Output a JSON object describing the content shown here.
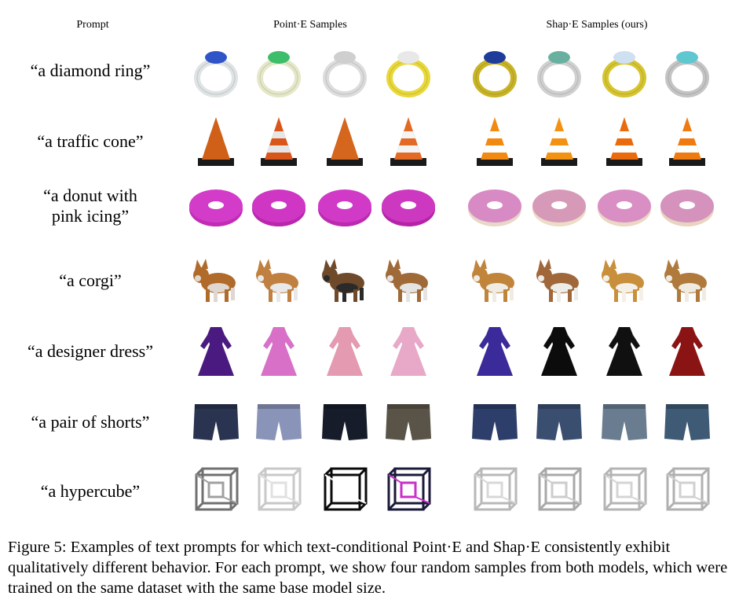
{
  "headers": {
    "prompt": "Prompt",
    "pointe": "Point·E Samples",
    "shape": "Shap·E Samples (ours)"
  },
  "rows": [
    {
      "prompt_lines": [
        "“a diamond ring”"
      ],
      "pointe": [
        {
          "icon": "ring-icon",
          "color": "#dfe3e3",
          "accent": "#2f54c8"
        },
        {
          "icon": "ring-icon",
          "color": "#e4e8c8",
          "accent": "#3ebe6a"
        },
        {
          "icon": "ring-icon",
          "color": "#dcdcdc",
          "accent": "#cfcfcf"
        },
        {
          "icon": "ring-icon",
          "color": "#e8d83a",
          "accent": "#e8e8e8"
        }
      ],
      "shape": [
        {
          "icon": "ring-icon",
          "color": "#c9b427",
          "accent": "#1f3c9a"
        },
        {
          "icon": "ring-icon",
          "color": "#d0d0d0",
          "accent": "#6ab0a0"
        },
        {
          "icon": "ring-icon",
          "color": "#d6c530",
          "accent": "#cfe0f0"
        },
        {
          "icon": "ring-icon",
          "color": "#c4c4c4",
          "accent": "#5fc7cf"
        }
      ]
    },
    {
      "prompt_lines": [
        "“a traffic cone”"
      ],
      "pointe": [
        {
          "icon": "cone-icon",
          "color": "#d06018",
          "accent": "#d06018"
        },
        {
          "icon": "cone-icon",
          "color": "#d8561a",
          "accent": "#e6e6e6"
        },
        {
          "icon": "cone-icon",
          "color": "#d4661e",
          "accent": "#d4661e"
        },
        {
          "icon": "cone-icon",
          "color": "#e36a25",
          "accent": "#f4f4f4"
        }
      ],
      "shape": [
        {
          "icon": "cone-icon",
          "color": "#f28a12",
          "accent": "#ffffff"
        },
        {
          "icon": "cone-icon",
          "color": "#f29112",
          "accent": "#ffffff"
        },
        {
          "icon": "cone-icon",
          "color": "#ea6a0e",
          "accent": "#ffffff"
        },
        {
          "icon": "cone-icon",
          "color": "#ef7a10",
          "accent": "#ffffff"
        }
      ]
    },
    {
      "prompt_lines": [
        "“a donut with",
        "pink icing”"
      ],
      "pointe": [
        {
          "icon": "donut-icon",
          "color": "#d33cc8",
          "accent": "#c02cb6"
        },
        {
          "icon": "donut-icon",
          "color": "#cf36c4",
          "accent": "#b927ad"
        },
        {
          "icon": "donut-icon",
          "color": "#d13ac6",
          "accent": "#bc2ab0"
        },
        {
          "icon": "donut-icon",
          "color": "#cc38c0",
          "accent": "#b524a8"
        }
      ],
      "shape": [
        {
          "icon": "donut-icon",
          "color": "#d88ac4",
          "accent": "#e8d8c8"
        },
        {
          "icon": "donut-icon",
          "color": "#d69ab8",
          "accent": "#ecdcc8"
        },
        {
          "icon": "donut-icon",
          "color": "#d98ec4",
          "accent": "#ead8c4"
        },
        {
          "icon": "donut-icon",
          "color": "#d492bc",
          "accent": "#e8d4c0"
        }
      ]
    },
    {
      "prompt_lines": [
        "“a corgi”"
      ],
      "pointe": [
        {
          "icon": "dog-icon",
          "color": "#b06a2a",
          "accent": "#e0d8d0"
        },
        {
          "icon": "dog-icon",
          "color": "#c08040",
          "accent": "#e8e8e8"
        },
        {
          "icon": "dog-icon",
          "color": "#6e4a2a",
          "accent": "#2a2a2a"
        },
        {
          "icon": "dog-icon",
          "color": "#a06a38",
          "accent": "#e4e4e4"
        }
      ],
      "shape": [
        {
          "icon": "dog-icon",
          "color": "#c0843a",
          "accent": "#f0ece4"
        },
        {
          "icon": "dog-icon",
          "color": "#a0683a",
          "accent": "#ecece8"
        },
        {
          "icon": "dog-icon",
          "color": "#c8903c",
          "accent": "#f4f0e8"
        },
        {
          "icon": "dog-icon",
          "color": "#b07a3c",
          "accent": "#f0ebe2"
        }
      ]
    },
    {
      "prompt_lines": [
        "“a designer dress”"
      ],
      "pointe": [
        {
          "icon": "dress-icon",
          "color": "#4a1a80",
          "accent": "#4a1a80"
        },
        {
          "icon": "dress-icon",
          "color": "#d870c8",
          "accent": "#d870c8"
        },
        {
          "icon": "dress-icon",
          "color": "#e49ab0",
          "accent": "#e49ab0"
        },
        {
          "icon": "dress-icon",
          "color": "#e8a8c8",
          "accent": "#e8a8c8"
        }
      ],
      "shape": [
        {
          "icon": "dress-icon",
          "color": "#3a2a9a",
          "accent": "#3a2a9a"
        },
        {
          "icon": "dress-icon",
          "color": "#0c0c0c",
          "accent": "#0c0c0c"
        },
        {
          "icon": "dress-icon",
          "color": "#101010",
          "accent": "#101010"
        },
        {
          "icon": "dress-icon",
          "color": "#8a1414",
          "accent": "#8a1414"
        }
      ]
    },
    {
      "prompt_lines": [
        "“a pair of shorts”"
      ],
      "pointe": [
        {
          "icon": "shorts-icon",
          "color": "#2a3450",
          "accent": "#2a3450"
        },
        {
          "icon": "shorts-icon",
          "color": "#8a94b8",
          "accent": "#8a94b8"
        },
        {
          "icon": "shorts-icon",
          "color": "#161c2a",
          "accent": "#161c2a"
        },
        {
          "icon": "shorts-icon",
          "color": "#5a5448",
          "accent": "#5a5448"
        }
      ],
      "shape": [
        {
          "icon": "shorts-icon",
          "color": "#2e3e6a",
          "accent": "#2e3e6a"
        },
        {
          "icon": "shorts-icon",
          "color": "#3a4e70",
          "accent": "#3a4e70"
        },
        {
          "icon": "shorts-icon",
          "color": "#6a7c90",
          "accent": "#6a7c90"
        },
        {
          "icon": "shorts-icon",
          "color": "#3e5a74",
          "accent": "#3e5a74"
        }
      ]
    },
    {
      "prompt_lines": [
        "“a hypercube”"
      ],
      "pointe": [
        {
          "icon": "hypercube-icon",
          "color": "#707070",
          "accent": "#a0a0a0"
        },
        {
          "icon": "hypercube-icon",
          "color": "#c8c8c8",
          "accent": "#e0e0e0"
        },
        {
          "icon": "hypercube-icon",
          "color": "#0a0a0a",
          "accent": "#ffffff"
        },
        {
          "icon": "hypercube-icon",
          "color": "#1a1a3a",
          "accent": "#c830c8"
        }
      ],
      "shape": [
        {
          "icon": "hypercube-icon",
          "color": "#b8b8b8",
          "accent": "#d8d8d8"
        },
        {
          "icon": "hypercube-icon",
          "color": "#a8a8a8",
          "accent": "#cccccc"
        },
        {
          "icon": "hypercube-icon",
          "color": "#b4b4b4",
          "accent": "#d4d4d4"
        },
        {
          "icon": "hypercube-icon",
          "color": "#b0b0b0",
          "accent": "#d0d0d0"
        }
      ]
    }
  ],
  "caption": "Figure 5:  Examples of text prompts for which text-conditional Point·E and Shap·E consistently exhibit qualitatively different behavior. For each prompt, we show four random samples from both models, which were trained on the same dataset with the same base model size."
}
